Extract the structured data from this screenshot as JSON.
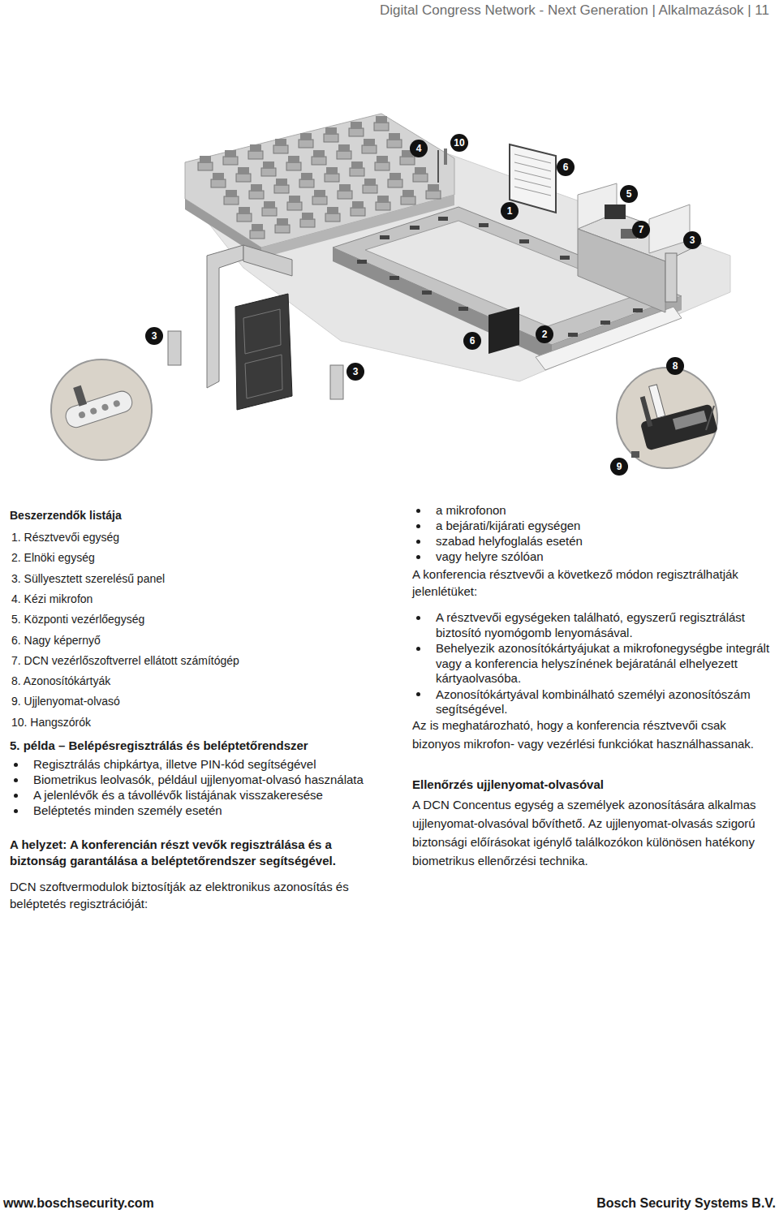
{
  "diagram": {
    "title": "Digital Congress Network - Next Generation | Alkalmazások | 11",
    "labels": [
      "Beszerzendők listája",
      "1. Résztvevői egység",
      "2. Elnöki egység",
      "3. Süllyesztett szerelésű panel",
      "4. Kézi mikrofon",
      "5. Központi vezérlőegység",
      "6. Nagy képernyő",
      "7. DCN vezérlőszoftverrel ellátott számítógép",
      "8. Azonosítókártyák",
      "9. Ujjlenyomat-olvasó",
      "10. Hangszórók",
      "5. példa – Belépésregisztrálás és beléptetőrendszer",
      "Regisztrálás chipkártya, illetve PIN-kód segítségével",
      "Biometrikus leolvasók, például ujjlenyomat-olvasó használata",
      "A jelenlévők és a távollévők listájának visszakeresése",
      "Beléptetés minden személy esetén",
      "A helyzet: A konferencián részt vevők regisztrálása és a biztonság garantálása a beléptetőrendszer segítségével.",
      "DCN szoftvermodulok biztosítják az elektronikus azonosítás és beléptetés regisztrációját:",
      "a mikrofonon",
      "a bejárati/kijárati egységen",
      "szabad helyfoglalás esetén",
      "vagy helyre szólóan",
      "A konferencia résztvevői a következő módon regisztrálhatják jelenlétüket:",
      "A résztvevői egységeken található, egyszerű regisztrálást biztosító nyomógomb lenyomásával.",
      "Behelyezik azonosítókártyájukat a mikrofonegységbe integrált vagy a konferencia helyszínének bejáratánál elhelyezett kártyaolvasóba.",
      "Azonosítókártyával kombinálható személyi azonosítószám segítségével.",
      "Az is meghatározható, hogy a konferencia résztvevői csak bizonyos mikrofon- vagy vezérlési funkciókat használhassanak.",
      "Ellenőrzés ujjlenyomat-olvasóval",
      "A DCN Concentus egység a személyek azonosítására alkalmas ujjlenyomat-olvasóval bővíthető. Az ujjlenyomat-olvasás szigorú biztonsági előírásokat igénylő találkozókon különösen hatékony biometrikus ellenőrzési technika.",
      "www.boschsecurity.com",
      "Bosch Security Systems B.V.",
      "4",
      "10",
      "6",
      "5",
      "1",
      "7",
      "3",
      "3",
      "3",
      "6",
      "2",
      "8",
      "9"
    ]
  }
}
